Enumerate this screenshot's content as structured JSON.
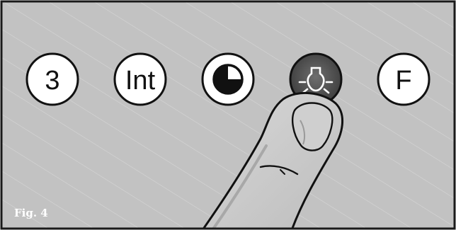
{
  "figure": {
    "label": "Fig. 4"
  },
  "buttons": [
    {
      "label": "3",
      "icon": "",
      "pressed": false
    },
    {
      "label": "Int",
      "icon": "",
      "pressed": false
    },
    {
      "label": "",
      "icon": "timer-icon",
      "pressed": false
    },
    {
      "label": "",
      "icon": "light-bulb-icon",
      "pressed": true
    },
    {
      "label": "F",
      "icon": "",
      "pressed": false
    }
  ],
  "colors": {
    "panel_background": "#c2c2c2",
    "panel_border": "#1a1a1a",
    "button_face": "#ffffff",
    "button_pressed": "#555555",
    "finger_fill": "#c8c8c8",
    "outline": "#111111"
  }
}
